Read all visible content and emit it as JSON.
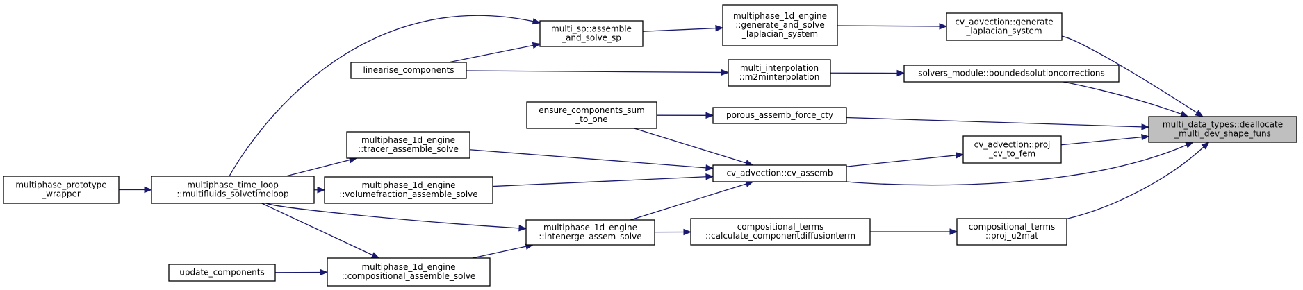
{
  "diagram": {
    "type": "call-graph",
    "edge_color": "#191970",
    "target_fill": "#bfbfbf",
    "nodes": [
      {
        "id": "target",
        "lines": [
          "multi_data_types::deallocate",
          "_multi_dev_shape_funs"
        ],
        "highlight": true
      },
      {
        "id": "cv_adv_gen_lap",
        "lines": [
          "cv_advection::generate",
          "_laplacian_system"
        ]
      },
      {
        "id": "mp1d_gen_solve_lap",
        "lines": [
          "multiphase_1d_engine",
          "::generate_and_solve",
          "_laplacian_system"
        ]
      },
      {
        "id": "multi_sp",
        "lines": [
          "multi_sp::assemble",
          "_and_solve_sp"
        ]
      },
      {
        "id": "linearise",
        "lines": [
          "linearise_components"
        ]
      },
      {
        "id": "multi_interp",
        "lines": [
          "multi_interpolation",
          "::m2minterpolation"
        ]
      },
      {
        "id": "solvers_bounded",
        "lines": [
          "solvers_module::boundedsolutioncorrections"
        ]
      },
      {
        "id": "ensure_sum",
        "lines": [
          "ensure_components_sum",
          "_to_one"
        ]
      },
      {
        "id": "porous_force",
        "lines": [
          "porous_assemb_force_cty"
        ]
      },
      {
        "id": "tracer_solve",
        "lines": [
          "multiphase_1d_engine",
          "::tracer_assemble_solve"
        ]
      },
      {
        "id": "cv_assemb",
        "lines": [
          "cv_advection::cv_assemb"
        ]
      },
      {
        "id": "proj_cv_fem",
        "lines": [
          "cv_advection::proj",
          "_cv_to_fem"
        ]
      },
      {
        "id": "prototype_wrapper",
        "lines": [
          "multiphase_prototype",
          "_wrapper"
        ]
      },
      {
        "id": "time_loop",
        "lines": [
          "multiphase_time_loop",
          "::multifluids_solvetimeloop"
        ]
      },
      {
        "id": "volfrac_solve",
        "lines": [
          "multiphase_1d_engine",
          "::volumefraction_assemble_solve"
        ]
      },
      {
        "id": "intenerge_solve",
        "lines": [
          "multiphase_1d_engine",
          "::intenerge_assem_solve"
        ]
      },
      {
        "id": "calc_compdiff",
        "lines": [
          "compositional_terms",
          "::calculate_componentdiffusionterm"
        ]
      },
      {
        "id": "proj_u2mat",
        "lines": [
          "compositional_terms",
          "::proj_u2mat"
        ]
      },
      {
        "id": "update_comp",
        "lines": [
          "update_components"
        ]
      },
      {
        "id": "comp_solve",
        "lines": [
          "multiphase_1d_engine",
          "::compositional_assemble_solve"
        ]
      }
    ],
    "edges": [
      {
        "from": "cv_adv_gen_lap",
        "to": "target"
      },
      {
        "from": "solvers_bounded",
        "to": "target"
      },
      {
        "from": "porous_force",
        "to": "target"
      },
      {
        "from": "proj_cv_fem",
        "to": "target"
      },
      {
        "from": "cv_assemb",
        "to": "target"
      },
      {
        "from": "proj_u2mat",
        "to": "target"
      },
      {
        "from": "mp1d_gen_solve_lap",
        "to": "cv_adv_gen_lap"
      },
      {
        "from": "multi_sp",
        "to": "mp1d_gen_solve_lap"
      },
      {
        "from": "time_loop",
        "to": "multi_sp"
      },
      {
        "from": "linearise",
        "to": "multi_sp"
      },
      {
        "from": "linearise",
        "to": "multi_interp"
      },
      {
        "from": "multi_interp",
        "to": "solvers_bounded"
      },
      {
        "from": "ensure_sum",
        "to": "porous_force"
      },
      {
        "from": "ensure_sum",
        "to": "cv_assemb"
      },
      {
        "from": "tracer_solve",
        "to": "cv_assemb"
      },
      {
        "from": "volfrac_solve",
        "to": "cv_assemb"
      },
      {
        "from": "intenerge_solve",
        "to": "cv_assemb"
      },
      {
        "from": "cv_assemb",
        "to": "proj_cv_fem"
      },
      {
        "from": "time_loop",
        "to": "tracer_solve"
      },
      {
        "from": "time_loop",
        "to": "volfrac_solve"
      },
      {
        "from": "time_loop",
        "to": "intenerge_solve"
      },
      {
        "from": "time_loop",
        "to": "comp_solve"
      },
      {
        "from": "prototype_wrapper",
        "to": "time_loop"
      },
      {
        "from": "comp_solve",
        "to": "intenerge_solve"
      },
      {
        "from": "intenerge_solve",
        "to": "calc_compdiff"
      },
      {
        "from": "calc_compdiff",
        "to": "proj_u2mat"
      },
      {
        "from": "update_comp",
        "to": "comp_solve"
      }
    ]
  }
}
